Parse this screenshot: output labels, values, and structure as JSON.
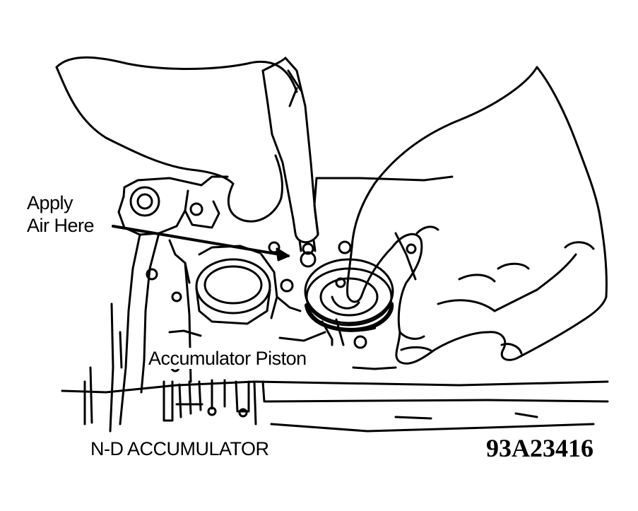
{
  "callouts": {
    "apply_air_line1": "Apply",
    "apply_air_line2": "Air Here",
    "accumulator_piston": "Accumulator Piston"
  },
  "caption": {
    "title": "N-D ACCUMULATOR",
    "figure_number": "93A23416"
  },
  "colors": {
    "ink": "#000000",
    "paper": "#ffffff"
  }
}
